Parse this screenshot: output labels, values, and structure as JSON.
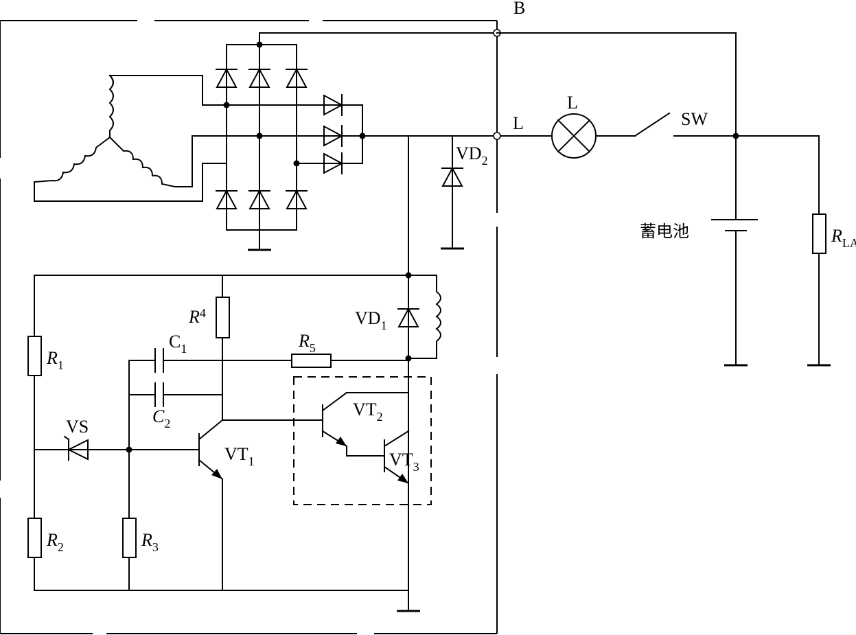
{
  "labels": {
    "terminal_b": "B",
    "terminal_l": "L",
    "lamp": "L",
    "switch": "SW",
    "battery": "蓄电池",
    "load": {
      "main": "R",
      "sub": "LA"
    },
    "vd2": {
      "main": "VD",
      "sub": "2"
    },
    "vd1": {
      "main": "VD",
      "sub": "1"
    },
    "r1": {
      "main": "R",
      "sub": "1"
    },
    "r2": {
      "main": "R",
      "sub": "2"
    },
    "r3": {
      "main": "R",
      "sub": "3"
    },
    "r4": {
      "main": "R",
      "sub": "4"
    },
    "r5": {
      "main": "R",
      "sub": "5"
    },
    "c1": {
      "main": "C",
      "sub": "1"
    },
    "c2": {
      "main": "C",
      "sub": "2"
    },
    "vs": "VS",
    "vt1": {
      "main": "VT",
      "sub": "1"
    },
    "vt2": {
      "main": "VT",
      "sub": "2"
    },
    "vt3": {
      "main": "VT",
      "sub": "3"
    }
  }
}
